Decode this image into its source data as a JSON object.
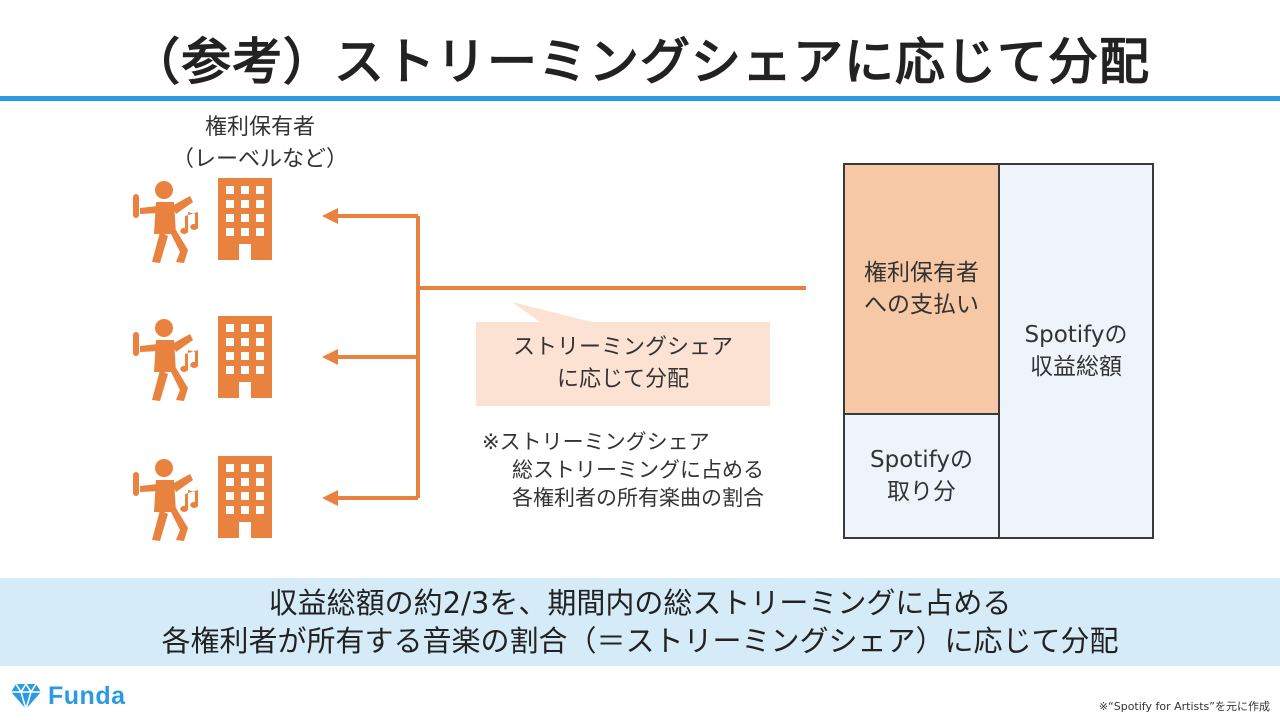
{
  "title": "（参考）ストリーミングシェアに応じて分配",
  "rights_holder": {
    "line1": "権利保有者",
    "line2": "（レーベルなど）"
  },
  "callout": {
    "line1": "ストリーミングシェア",
    "line2": "に応じて分配"
  },
  "note": {
    "line1": "※ストリーミングシェア",
    "line2": "総ストリーミングに占める",
    "line3": "各権利者の所有楽曲の割合"
  },
  "revenue_boxes": {
    "payout": {
      "line1": "権利保有者",
      "line2": "への支払い"
    },
    "spotify_share": {
      "line1": "Spotifyの",
      "line2": "取り分"
    },
    "total": {
      "line1": "Spotifyの",
      "line2": "収益総額"
    },
    "payout_fraction": 0.67
  },
  "icons": {
    "artist": "singing-dancer-icon",
    "label": "office-building-icon",
    "logo": "diamond-logo-icon"
  },
  "summary": {
    "line1": "収益総額の約2/3を、期間内の総ストリーミングに占める",
    "line2": "各権利者が所有する音楽の割合（＝ストリーミングシェア）に応じて分配"
  },
  "brand": {
    "name": "Funda"
  },
  "source": "※“Spotify for Artists”を元に作成",
  "colors": {
    "accent_orange": "#e8823e",
    "payout_fill": "#f6c8a6",
    "callout_fill": "#fbe2d3",
    "spotify_fill": "#eef4f9",
    "title_rule": "#2a9be0",
    "summary_band": "#d6ebf8",
    "brand_blue": "#2a9be0"
  }
}
